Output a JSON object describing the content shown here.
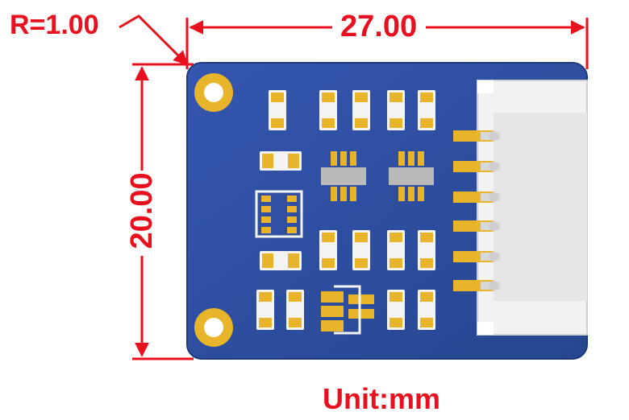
{
  "dimensions": {
    "corner_radius_label": "R=1.00",
    "width_label": "27.00",
    "height_label": "20.00",
    "unit_label": "Unit:mm"
  },
  "colors": {
    "dimension_red": "#e8101e",
    "board_blue": "#2d4fa8",
    "pad_gold": "#e8b52a",
    "connector_white": "#f2f2f2"
  }
}
